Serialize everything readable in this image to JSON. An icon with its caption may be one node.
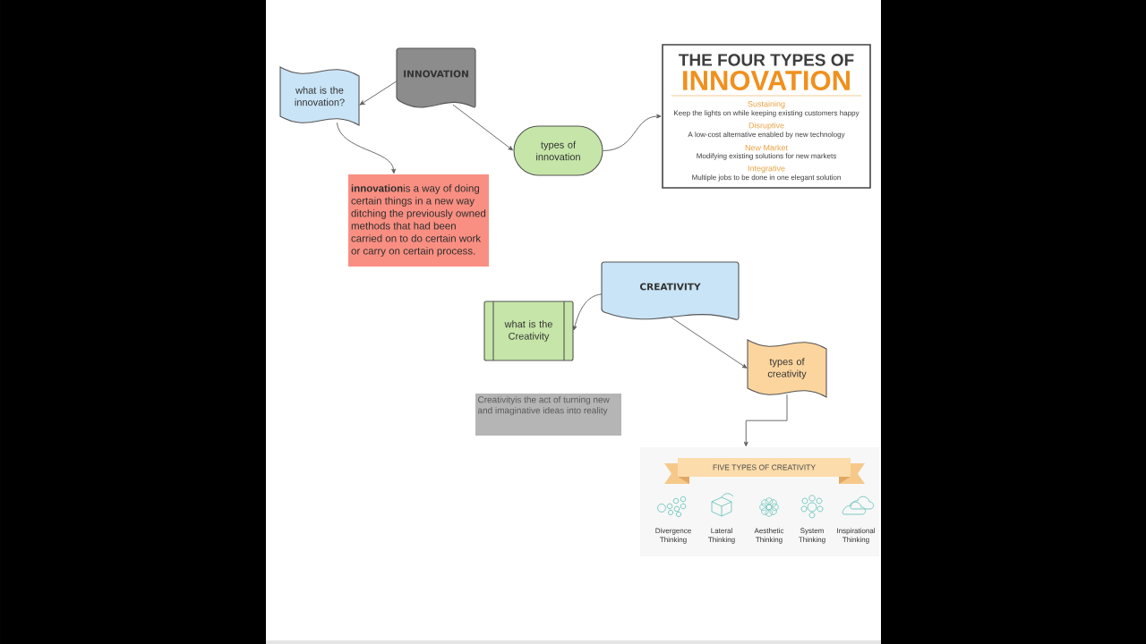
{
  "diagram": {
    "nodes": [
      {
        "text": [
          "INNOVATION"
        ]
      },
      {
        "text": [
          "what is the innovation?"
        ]
      },
      {
        "text": [
          "types of innovation"
        ]
      },
      {
        "text": [
          "THE FOUR TYPES OF",
          "INNOVATION",
          "Sustaining",
          "Keep the lights on while keeping existing customers happy",
          "Disruptive",
          "A low-cost alternative enabled by new technology",
          "New Market",
          "Modifying existing solutions for new markets",
          "Integrative",
          "Multiple jobs to be done in one elegant solution"
        ]
      },
      {
        "text": [
          "**innovation**is a way of doing certain things in a new way ditching the previously owned methods that had been carried on to do certain work or carry on certain process."
        ]
      },
      {
        "text": [
          "CREATIVITY"
        ]
      },
      {
        "text": [
          "what is the Creativity"
        ]
      },
      {
        "text": [
          "types of creativity"
        ]
      },
      {
        "text": [
          "Creativityis the act of turning new and imaginative ideas into reality"
        ]
      },
      {
        "text": [
          "FIVE TYPES OF CREATIVITY",
          "Divergence Thinking",
          "Lateral Thinking",
          "Aesthetic Thinking",
          "System Thinking",
          "Inspirational Thinking"
        ]
      }
    ],
    "edges": [
      {
        "from": 0,
        "to": 1,
        "arrow": "to"
      },
      {
        "from": 0,
        "to": 2,
        "arrow": "to"
      },
      {
        "from": 1,
        "to": 4,
        "arrow": "to"
      },
      {
        "from": 2,
        "to": 3,
        "arrow": "to"
      },
      {
        "from": 5,
        "to": 6,
        "arrow": "to"
      },
      {
        "from": 5,
        "to": 7,
        "arrow": "to"
      },
      {
        "from": 7,
        "to": 9,
        "arrow": "to"
      }
    ]
  }
}
